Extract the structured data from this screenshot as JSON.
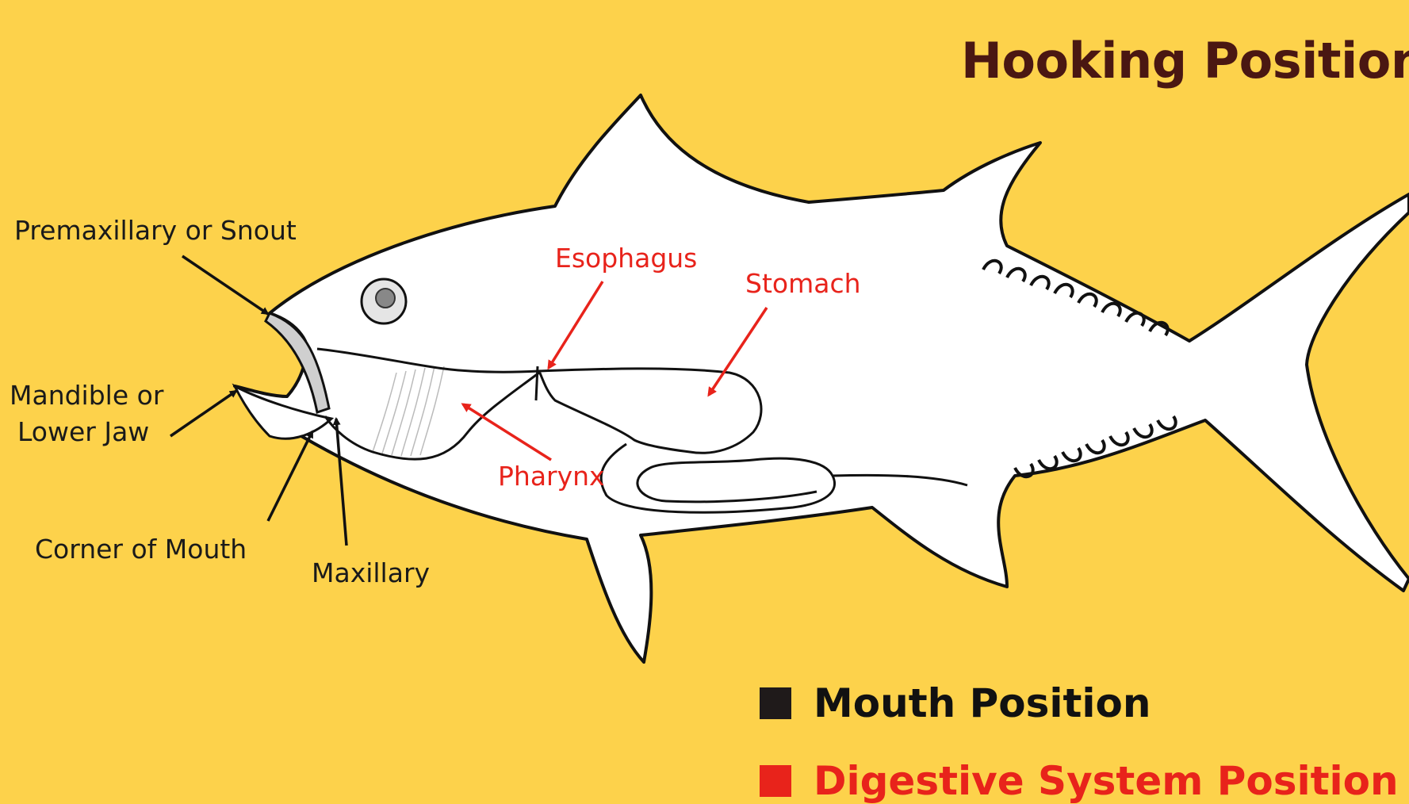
{
  "title": "Hooking Position",
  "labels": {
    "premaxillary": "Premaxillary or Snout",
    "mandible_line1": "Mandible or",
    "mandible_line2": "Lower Jaw",
    "corner": "Corner of Mouth",
    "maxillary": "Maxillary",
    "esophagus": "Esophagus",
    "stomach": "Stomach",
    "pharynx": "Pharynx"
  },
  "legend": [
    {
      "label": "Mouth Position",
      "color": "#1f1a1a"
    },
    {
      "label": "Digestive System Position",
      "color": "#e8231b"
    }
  ],
  "colors": {
    "background": "#fdd24b",
    "title": "#4a1712",
    "mouth_parts": "#1a1a1a",
    "digestive_parts": "#e8231b"
  }
}
